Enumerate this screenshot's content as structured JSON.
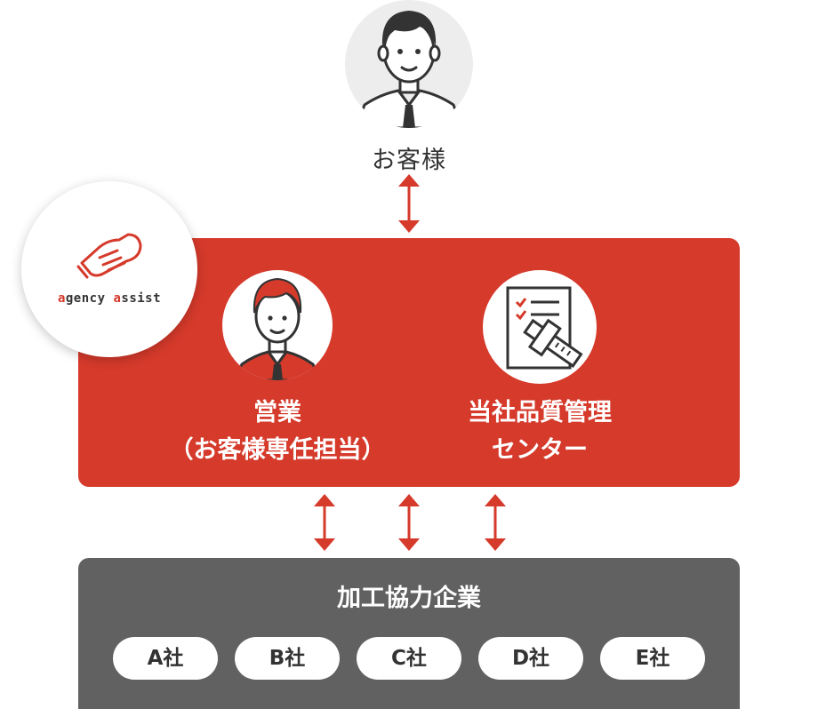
{
  "customer": {
    "label": "お客様"
  },
  "logo": {
    "text_a": "a",
    "text_gency": "gency ",
    "text_a2": "a",
    "text_ssist": "ssist"
  },
  "sales": {
    "line1": "営業",
    "line2": "（お客様専任担当）"
  },
  "quality": {
    "line1": "当社品質管理",
    "line2": "センター"
  },
  "partners": {
    "title": "加工協力企業",
    "companies": [
      "A社",
      "B社",
      "C社",
      "D社",
      "E社"
    ]
  },
  "colors": {
    "accent": "#d53a2b",
    "partner_bg": "#616161"
  }
}
